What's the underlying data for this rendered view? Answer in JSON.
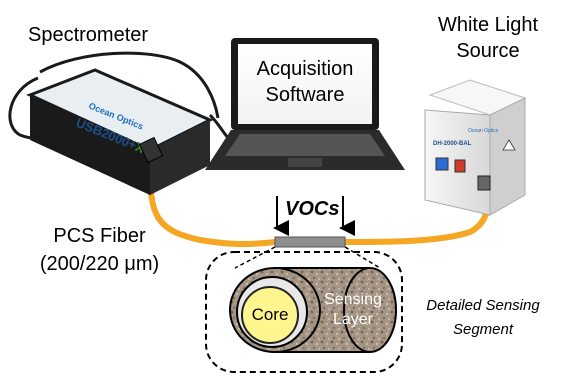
{
  "labels": {
    "spectrometer": "Spectrometer",
    "white_light_line1": "White Light",
    "white_light_line2": "Source",
    "acquisition_line1": "Acquisition",
    "acquisition_line2": "Software",
    "pcs_fiber_line1": "PCS Fiber",
    "pcs_fiber_line2": "(200/220 μm)",
    "vocs": "VOCs",
    "core": "Core",
    "sensing_line1": "Sensing",
    "sensing_line2": "Layer",
    "detailed_line1": "Detailed Sensing",
    "detailed_line2": "Segment"
  },
  "device_text": {
    "spectrometer_brand": "Ocean Optics",
    "spectrometer_model": "USB2000+",
    "spectrometer_model_suffix": "XR",
    "light_source_model": "DH-2000-BAL",
    "light_source_brand": "Ocean Optics"
  },
  "colors": {
    "fiber": "#F5A623",
    "core": "#FFF68F",
    "spectrometer_body": "#1a1a1a",
    "spectrometer_top": "#e9eef2",
    "light_source_body": "#eeeeee"
  }
}
